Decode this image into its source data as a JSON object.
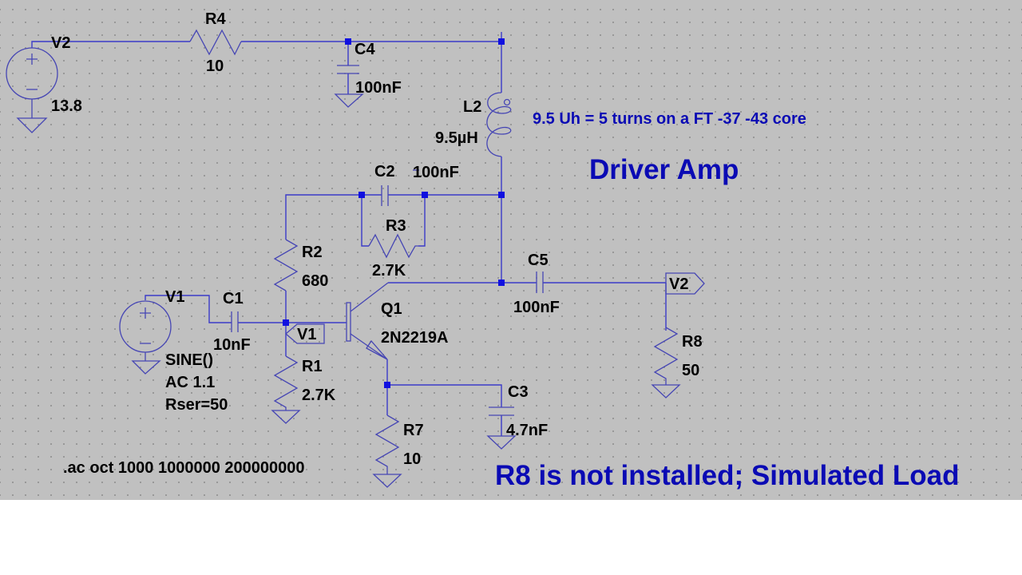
{
  "schematic": {
    "title": "Driver Amp",
    "notes": {
      "inductor_note": "9.5 Uh = 5 turns on a FT -37 -43 core",
      "load_note": "R8 is not installed; Simulated Load",
      "directive": ".ac oct 1000 1000000 200000000"
    },
    "wire_color": "#3b3bc8",
    "note_color": "#0a0ab4",
    "components": {
      "V2": {
        "name": "V2",
        "value": "13.8"
      },
      "R4": {
        "name": "R4",
        "value": "10"
      },
      "C4": {
        "name": "C4",
        "value": "100nF"
      },
      "L2": {
        "name": "L2",
        "value": "9.5µH"
      },
      "C2": {
        "name": "C2",
        "value": "100nF"
      },
      "R3": {
        "name": "R3",
        "value": "2.7K"
      },
      "R2": {
        "name": "R2",
        "value": "680"
      },
      "C5": {
        "name": "C5",
        "value": "100nF"
      },
      "V1": {
        "name": "V1",
        "value": "SINE()",
        "ac": "AC 1.1",
        "rser": "Rser=50"
      },
      "C1": {
        "name": "C1",
        "value": "10nF"
      },
      "Q1": {
        "name": "Q1",
        "value": "2N2219A"
      },
      "R1": {
        "name": "R1",
        "value": "2.7K"
      },
      "R7": {
        "name": "R7",
        "value": "10"
      },
      "C3": {
        "name": "C3",
        "value": "4.7nF"
      },
      "R8": {
        "name": "R8",
        "value": "50"
      }
    },
    "net_labels": {
      "base_label": "V1",
      "output_label": "V2"
    }
  }
}
